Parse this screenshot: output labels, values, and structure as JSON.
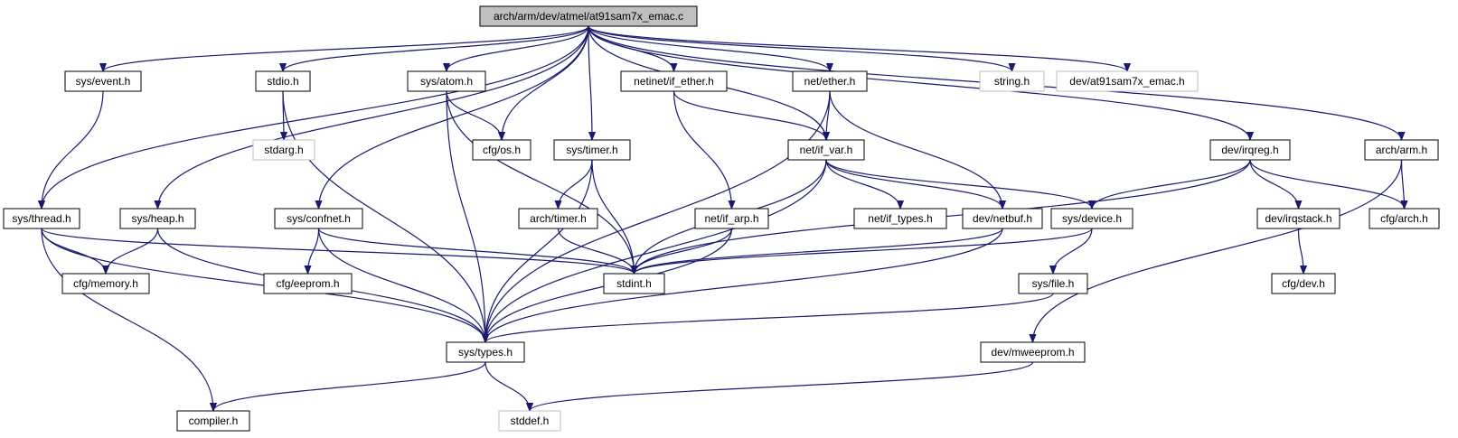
{
  "colors": {
    "edge": "#191970",
    "root_fill": "#bfbfbf",
    "grey_border": "#bfbfbf",
    "node_border": "#000000"
  },
  "nodes": {
    "root": "arch/arm/dev/atmel/at91sam7x_emac.c",
    "sys_event": "sys/event.h",
    "stdio": "stdio.h",
    "sys_atom": "sys/atom.h",
    "netinet_if_ether": "netinet/if_ether.h",
    "net_ether": "net/ether.h",
    "string": "string.h",
    "dev_at91sam7x_emac": "dev/at91sam7x_emac.h",
    "stdarg": "stdarg.h",
    "cfg_os": "cfg/os.h",
    "sys_timer": "sys/timer.h",
    "net_if_var": "net/if_var.h",
    "dev_irqreg": "dev/irqreg.h",
    "arch_arm": "arch/arm.h",
    "sys_thread": "sys/thread.h",
    "sys_heap": "sys/heap.h",
    "sys_confnet": "sys/confnet.h",
    "arch_timer": "arch/timer.h",
    "net_if_arp": "net/if_arp.h",
    "net_if_types": "net/if_types.h",
    "dev_netbuf": "dev/netbuf.h",
    "sys_device": "sys/device.h",
    "dev_irqstack": "dev/irqstack.h",
    "cfg_arch": "cfg/arch.h",
    "cfg_memory": "cfg/memory.h",
    "cfg_eeprom": "cfg/eeprom.h",
    "stdint": "stdint.h",
    "sys_file": "sys/file.h",
    "cfg_dev": "cfg/dev.h",
    "sys_types": "sys/types.h",
    "dev_mweeprom": "dev/mweeprom.h",
    "compiler": "compiler.h",
    "stddef": "stddef.h"
  },
  "edges": [
    [
      "root",
      "sys_event"
    ],
    [
      "root",
      "stdio"
    ],
    [
      "root",
      "sys_atom"
    ],
    [
      "root",
      "netinet_if_ether"
    ],
    [
      "root",
      "net_ether"
    ],
    [
      "root",
      "string"
    ],
    [
      "root",
      "dev_at91sam7x_emac"
    ],
    [
      "root",
      "cfg_os"
    ],
    [
      "root",
      "sys_timer"
    ],
    [
      "root",
      "net_if_var"
    ],
    [
      "root",
      "dev_irqreg"
    ],
    [
      "root",
      "arch_arm"
    ],
    [
      "root",
      "sys_thread"
    ],
    [
      "root",
      "sys_heap"
    ],
    [
      "root",
      "sys_confnet"
    ],
    [
      "sys_event",
      "sys_thread"
    ],
    [
      "stdio",
      "stdarg"
    ],
    [
      "stdio",
      "sys_types"
    ],
    [
      "sys_atom",
      "cfg_os"
    ],
    [
      "sys_atom",
      "stdint"
    ],
    [
      "sys_atom",
      "sys_types"
    ],
    [
      "netinet_if_ether",
      "net_if_var"
    ],
    [
      "netinet_if_ether",
      "net_if_arp"
    ],
    [
      "net_ether",
      "net_if_var"
    ],
    [
      "net_ether",
      "dev_netbuf"
    ],
    [
      "net_ether",
      "sys_types"
    ],
    [
      "sys_timer",
      "arch_timer"
    ],
    [
      "sys_timer",
      "stdint"
    ],
    [
      "sys_timer",
      "sys_types"
    ],
    [
      "net_if_var",
      "net_if_types"
    ],
    [
      "net_if_var",
      "dev_netbuf"
    ],
    [
      "net_if_var",
      "sys_device"
    ],
    [
      "net_if_var",
      "stdint"
    ],
    [
      "net_if_var",
      "sys_types"
    ],
    [
      "dev_irqreg",
      "sys_device"
    ],
    [
      "dev_irqreg",
      "dev_irqstack"
    ],
    [
      "dev_irqreg",
      "cfg_arch"
    ],
    [
      "dev_irqreg",
      "stdint"
    ],
    [
      "arch_arm",
      "cfg_arch"
    ],
    [
      "arch_arm",
      "dev_mweeprom"
    ],
    [
      "sys_thread",
      "cfg_memory"
    ],
    [
      "sys_thread",
      "stdint"
    ],
    [
      "sys_thread",
      "sys_types"
    ],
    [
      "sys_thread",
      "compiler"
    ],
    [
      "sys_heap",
      "cfg_memory"
    ],
    [
      "sys_heap",
      "sys_types"
    ],
    [
      "sys_confnet",
      "cfg_eeprom"
    ],
    [
      "sys_confnet",
      "stdint"
    ],
    [
      "sys_confnet",
      "sys_types"
    ],
    [
      "arch_timer",
      "stdint"
    ],
    [
      "net_if_arp",
      "stdint"
    ],
    [
      "net_if_arp",
      "sys_types"
    ],
    [
      "dev_netbuf",
      "stdint"
    ],
    [
      "dev_netbuf",
      "sys_types"
    ],
    [
      "sys_device",
      "stdint"
    ],
    [
      "sys_device",
      "sys_file"
    ],
    [
      "dev_irqstack",
      "cfg_dev"
    ],
    [
      "sys_file",
      "sys_types"
    ],
    [
      "sys_types",
      "compiler"
    ],
    [
      "sys_types",
      "stddef"
    ],
    [
      "dev_mweeprom",
      "stddef"
    ]
  ]
}
